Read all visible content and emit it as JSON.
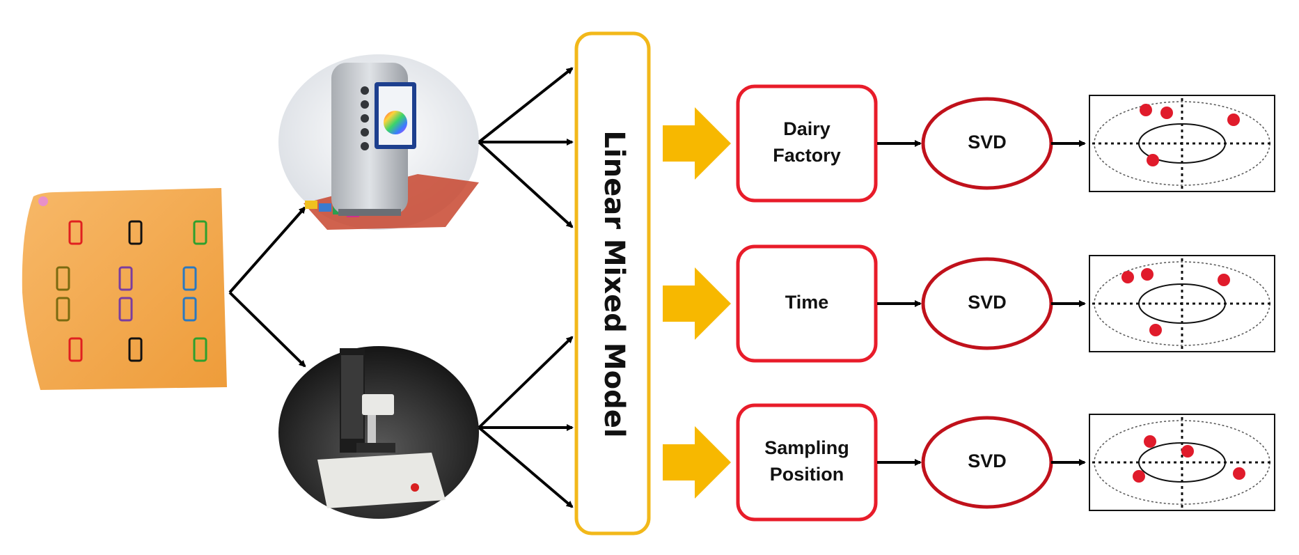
{
  "model": {
    "label": "Linear  Mixed  Model"
  },
  "factors": [
    {
      "lines": [
        "Dairy",
        "Factory"
      ],
      "method": "SVD"
    },
    {
      "lines": [
        "Time"
      ],
      "method": "SVD"
    },
    {
      "lines": [
        "Sampling",
        "Position"
      ],
      "method": "SVD"
    }
  ],
  "colors": {
    "cheese": "#f3a94a",
    "model_border": "#f2b81a",
    "factor_border": "#e81c2a",
    "svd_border": "#c0111b",
    "dot": "#e01b2b",
    "block_arrow": "#f7b800",
    "arrow": "#000000"
  },
  "sample_marks": {
    "colors": [
      "#e02020",
      "#111111",
      "#2da02d",
      "#7a6a10",
      "#7a3da0",
      "#2a78c0"
    ]
  },
  "icons": [
    "cheese-sample",
    "colorimeter-device",
    "texture-analyzer-device",
    "biplot-chart"
  ]
}
